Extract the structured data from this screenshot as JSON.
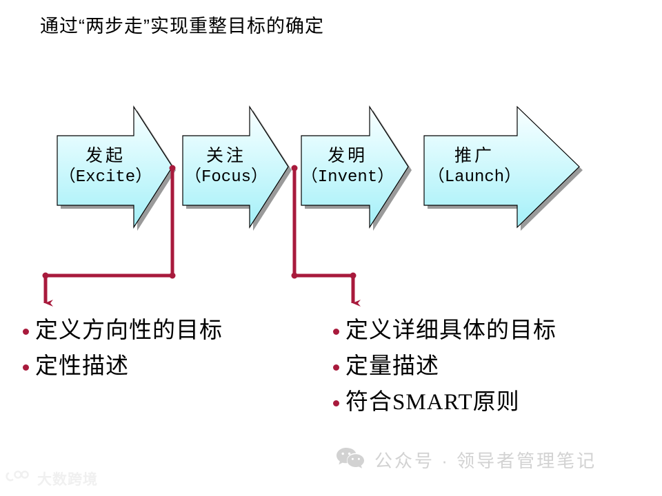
{
  "page": {
    "title": "通过“两步走”实现重整目标的确定",
    "background_color": "#ffffff"
  },
  "flow": {
    "arrow_fill_top": "#f2fdff",
    "arrow_fill_bottom": "#9eeff7",
    "arrow_outline": "#000000",
    "arrow_shadow": "#9a9a9a",
    "steps": [
      {
        "cn": "发起",
        "en": "（Excite）"
      },
      {
        "cn": "关注",
        "en": "（Focus）"
      },
      {
        "cn": "发明",
        "en": "（Invent）"
      },
      {
        "cn": "推广",
        "en": "（Launch）"
      }
    ]
  },
  "connectors": {
    "color": "#A81A3C",
    "left": {
      "from_step": 1,
      "label": "connector-step1-to-left-goals"
    },
    "right": {
      "from_step": 3,
      "label": "connector-step3-to-right-goals"
    }
  },
  "goals": {
    "bullet_color": "#A81A3C",
    "left": {
      "items": [
        "定义方向性的目标",
        "定性描述"
      ]
    },
    "right": {
      "items": [
        "定义详细具体的目标",
        "定量描述",
        "符合SMART原则"
      ]
    }
  },
  "watermarks": {
    "wechat": {
      "icon": "wechat-icon",
      "text": "公众号 · 领导者管理笔记",
      "color": "#d2d2d2"
    },
    "brand": {
      "icon": "brand-logo-icon",
      "text": "大数跨境",
      "color": "#f0f0f0"
    }
  }
}
